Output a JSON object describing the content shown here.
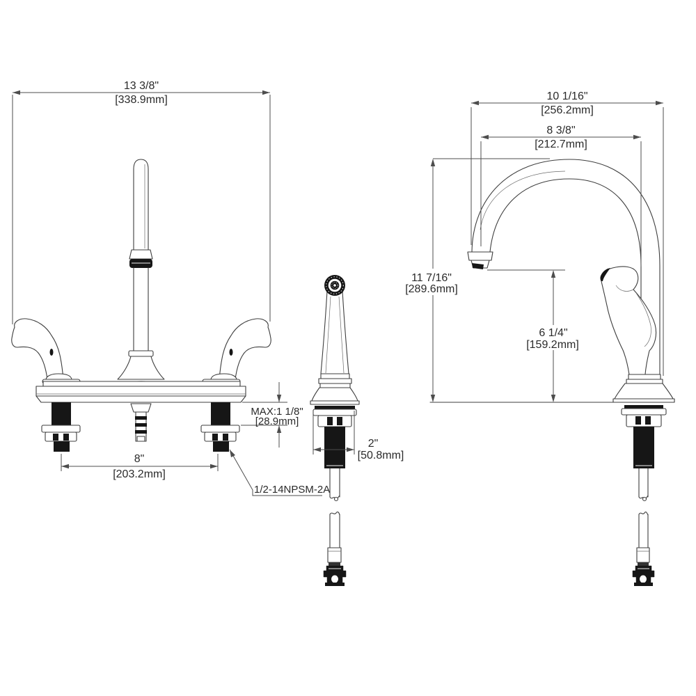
{
  "drawing": {
    "background_color": "#ffffff",
    "line_color": "#3d3d3d",
    "views": {
      "front": {
        "dim_overall_width": {
          "inches": "13 3/8\"",
          "metric": "[338.9mm]"
        },
        "dim_handle_centers": {
          "inches": "8\"",
          "metric": "[203.2mm]"
        },
        "dim_max_deck_thickness": {
          "inches": "MAX:1 1/8\"",
          "metric": "[28.9mm]"
        },
        "thread_callout": "1/2-14NPSM-2A"
      },
      "sprayer": {
        "dim_shank_length": {
          "inches": "2\"",
          "metric": "[50.8mm]"
        }
      },
      "side": {
        "dim_overall_depth": {
          "inches": "10 1/16\"",
          "metric": "[256.2mm]"
        },
        "dim_spout_reach": {
          "inches": "8 3/8\"",
          "metric": "[212.7mm]"
        },
        "dim_overall_height": {
          "inches": "11 7/16\"",
          "metric": "[289.6mm]"
        },
        "dim_spout_height": {
          "inches": "6 1/4\"",
          "metric": "[159.2mm]"
        }
      }
    }
  }
}
